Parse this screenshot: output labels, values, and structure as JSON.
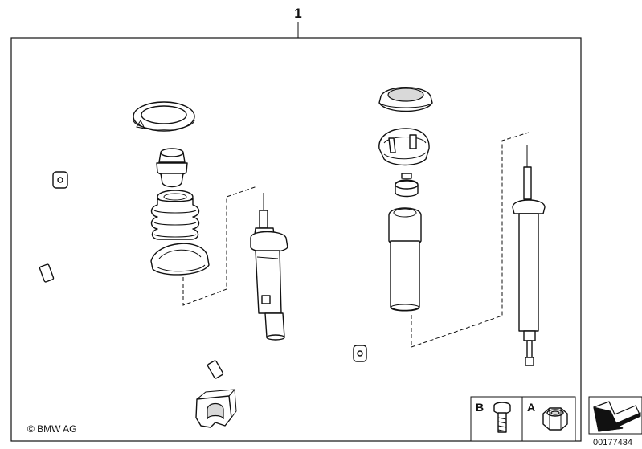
{
  "header": {
    "assembly_number": "1"
  },
  "footer": {
    "copyright": "© BMW AG",
    "diagram_id": "00177434"
  },
  "legend": {
    "b_label": "B",
    "a_label": "A",
    "b_part": "bolt-icon",
    "a_part": "nut-icon"
  },
  "nav": {
    "icon": "forward-arrow-icon"
  }
}
